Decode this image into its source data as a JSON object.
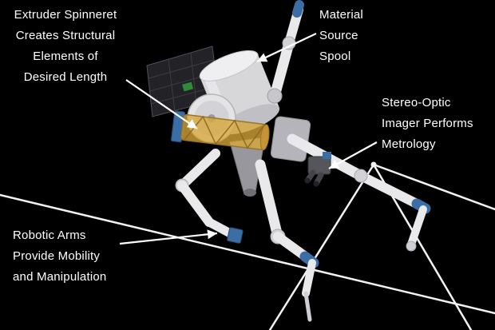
{
  "diagram": {
    "title": "Orbital fabrication robot concept with labeled components",
    "background_color": "#000000"
  },
  "colors": {
    "background": "#000000",
    "label-text": "#ffffff",
    "arrow": "#ffffff",
    "truss-line": "#f2f2f2",
    "robot-white": "#e9e9ec",
    "robot-shade": "#bfbfc4",
    "robot-dark": "#97979d",
    "joint-gray": "#d2d2d6",
    "truss-gold": "#d8a63a",
    "truss-gold-dark": "#8a671d",
    "joint-blue": "#3a6ea5",
    "panel-dark": "#232327",
    "panel-grid": "#3c3c44",
    "panel-green": "#2e8b3a",
    "imager-dark": "#55555c"
  },
  "callouts": {
    "extruder": {
      "label": "Extruder Spinneret\nCreates Structural\nElements of\nDesired Length"
    },
    "spool": {
      "label": "Material\nSource\nSpool"
    },
    "imager": {
      "label": "Stereo-Optic\nImager Performs\nMetrology"
    },
    "arms": {
      "label": "Robotic Arms\nProvide Mobility\nand Manipulation"
    }
  }
}
